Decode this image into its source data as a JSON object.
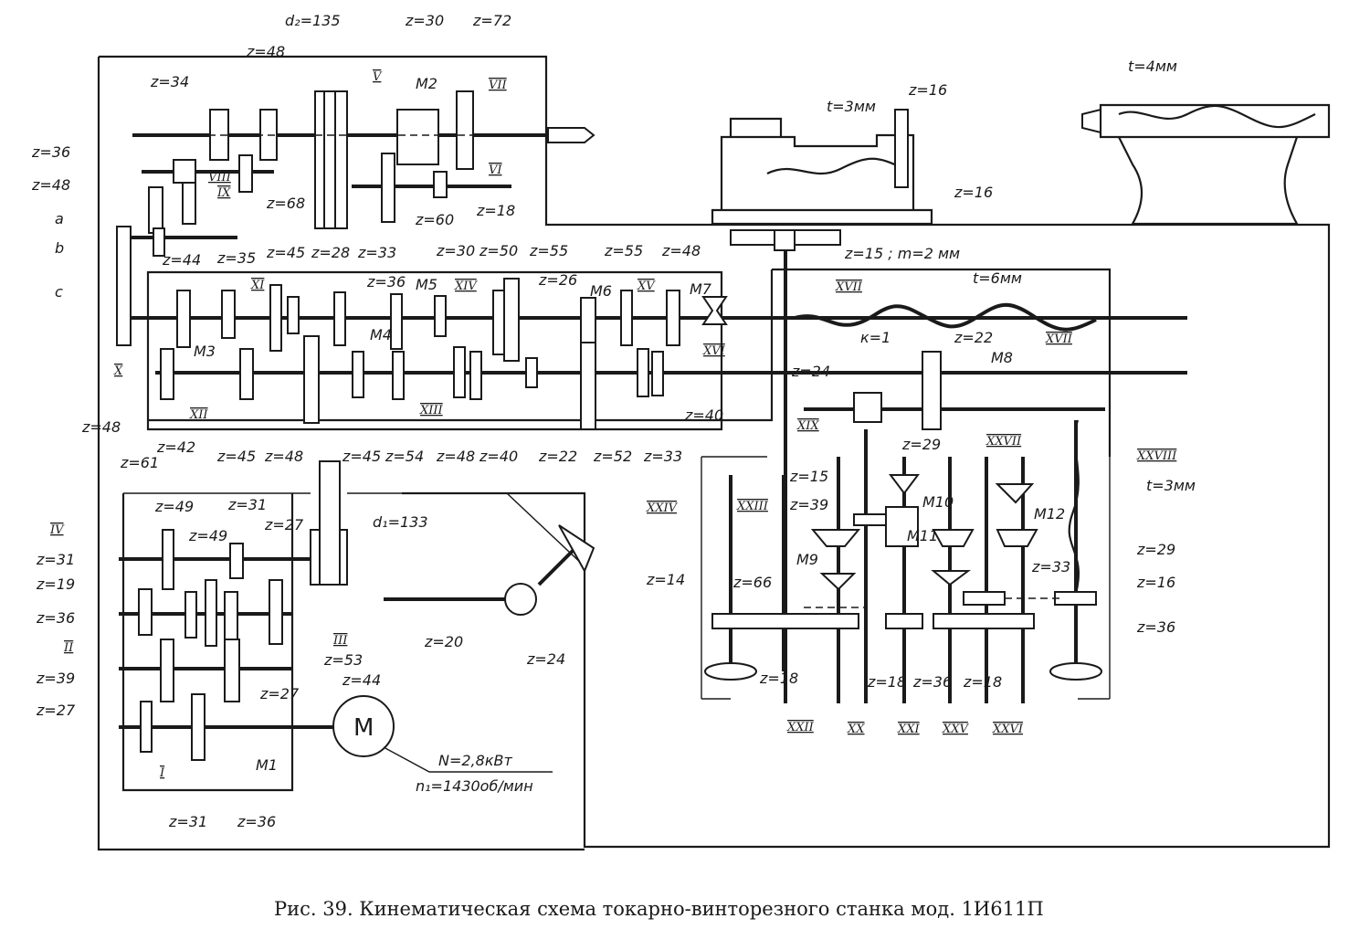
{
  "caption": "Рис. 39. Кинематическая схема токарно-винторезного станка мод. 1И611П",
  "motor": {
    "symbol": "M",
    "power": "N=2,8кВт",
    "speed": "n₁=1430об/мин"
  },
  "labels": {
    "d2": "d₂=135",
    "h_z30": "z=30",
    "h_z72": "z=72",
    "h_z34": "z=34",
    "h_z48": "z=48",
    "h_V": "V",
    "h_M2": "M2",
    "h_VII": "VII",
    "h_z36": "z=36",
    "h_z48b": "z=48",
    "a": "a",
    "b": "b",
    "c": "c",
    "h_VIII": "VIII",
    "h_IX": "IX",
    "h_z68": "z=68",
    "h_z60": "z=60",
    "h_z18": "z=18",
    "h_VI": "VI",
    "t4": "t=4мм",
    "t3a": "t=3мм",
    "tz16a": "z=16",
    "tz16b": "z=16",
    "rack": "z=15 ; m=2 мм",
    "g_z44": "z=44",
    "g_z35": "z=35",
    "g_z45a": "z=45",
    "g_z28": "z=28",
    "g_z33a": "z=33",
    "g_z30": "z=30",
    "g_z50": "z=50",
    "g_z55a": "z=55",
    "g_z55b": "z=55",
    "g_z48a": "z=48",
    "g_z36": "z=36",
    "g_M5": "M5",
    "g_XIV": "XIV",
    "g_z26": "z=26",
    "g_M6": "M6",
    "g_XV": "XV",
    "g_M7": "M7",
    "g_XI": "XI",
    "g_M4": "M4",
    "g_M3": "M3",
    "g_X": "X",
    "g_XVI": "XVI",
    "g_XII": "XII",
    "g_XIII": "XIII",
    "g_z40a": "z=40",
    "g_z48b": "z=48",
    "g_z42": "z=42",
    "g_z45b": "z=45",
    "g_z48c": "z=48",
    "g_z45c": "z=45",
    "g_z54": "z=54",
    "g_z48d": "z=48",
    "g_z40b": "z=40",
    "g_z22": "z=22",
    "g_z52": "z=52",
    "g_z33b": "z=33",
    "a_XVII": "XVII",
    "a_t6": "t=6мм",
    "a_z24": "z=24",
    "a_k1": "к=1",
    "a_z22": "z=22",
    "a_XVIIb": "XVII",
    "a_M8": "M8",
    "a_XIX": "XIX",
    "a_z29a": "z=29",
    "a_XXVII": "XXVII",
    "a_XXVIII": "XXVIII",
    "a_t3": "t=3мм",
    "a_XXIV": "XXIV",
    "a_XXIII": "XXIII",
    "a_z15": "z=15",
    "a_z39": "z=39",
    "a_M10": "M10",
    "a_M12": "M12",
    "a_M9": "M9",
    "a_M11": "M11",
    "a_z33": "z=33",
    "a_z29b": "z=29",
    "a_z16": "z=16",
    "a_z14": "z=14",
    "a_z66": "z=66",
    "a_z36a": "z=36",
    "a_z18a": "z=18",
    "a_z18b": "z=18",
    "a_z36b": "z=36",
    "a_z18c": "z=18",
    "a_XXII": "XXII",
    "a_XX": "XX",
    "a_XXI": "XXI",
    "a_XXV": "XXV",
    "a_XXVI": "XXVI",
    "s_z61": "z=61",
    "s_z49a": "z=49",
    "s_z31a": "z=31",
    "s_z27a": "z=27",
    "s_z49b": "z=49",
    "s_d1": "d₁=133",
    "s_IV": "IV",
    "s_z31b": "z=31",
    "s_z19": "z=19",
    "s_z36a": "z=36",
    "s_II": "II",
    "s_z39": "z=39",
    "s_z27b": "z=27",
    "s_III": "III",
    "s_z53": "z=53",
    "s_z20": "z=20",
    "s_z24": "z=24",
    "s_z44": "z=44",
    "s_z27c": "z=27",
    "s_M1": "M1",
    "s_I": "I",
    "s_z31c": "z=31",
    "s_z36b": "z=36"
  }
}
